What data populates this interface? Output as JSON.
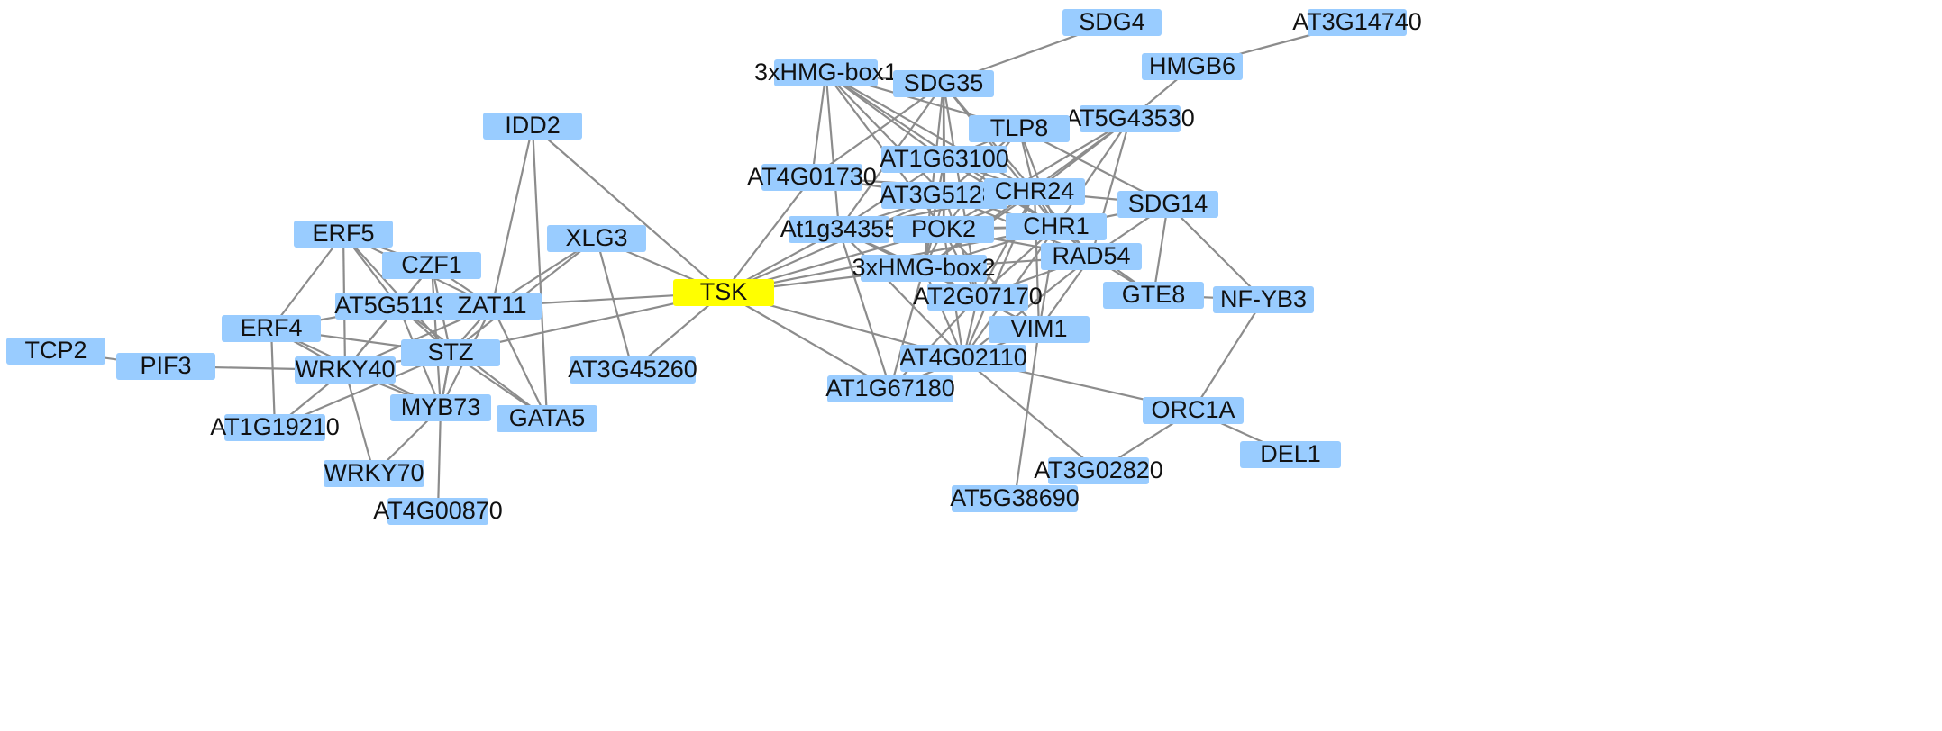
{
  "colors": {
    "background": "#ffffff",
    "node_fill": "#99ccff",
    "hub_fill": "#ffff00",
    "edge": "#8c8c8c",
    "label": "#111111"
  },
  "nodes": [
    {
      "id": "TSK",
      "label": "TSK",
      "hub": true
    },
    {
      "id": "IDD2",
      "label": "IDD2"
    },
    {
      "id": "XLG3",
      "label": "XLG3"
    },
    {
      "id": "ERF5",
      "label": "ERF5"
    },
    {
      "id": "CZF1",
      "label": "CZF1"
    },
    {
      "id": "AT5G51190",
      "label": "AT5G51190"
    },
    {
      "id": "ZAT11",
      "label": "ZAT11"
    },
    {
      "id": "ERF4",
      "label": "ERF4"
    },
    {
      "id": "STZ",
      "label": "STZ"
    },
    {
      "id": "TCP2",
      "label": "TCP2"
    },
    {
      "id": "PIF3",
      "label": "PIF3"
    },
    {
      "id": "WRKY40",
      "label": "WRKY40"
    },
    {
      "id": "AT3G45260",
      "label": "AT3G45260"
    },
    {
      "id": "MYB73",
      "label": "MYB73"
    },
    {
      "id": "GATA5",
      "label": "GATA5"
    },
    {
      "id": "AT1G19210",
      "label": "AT1G19210"
    },
    {
      "id": "WRKY70",
      "label": "WRKY70"
    },
    {
      "id": "AT4G00870",
      "label": "AT4G00870"
    },
    {
      "id": "SDG4",
      "label": "SDG4"
    },
    {
      "id": "AT3G14740",
      "label": "AT3G14740"
    },
    {
      "id": "3xHMG-box1",
      "label": "3xHMG-box1"
    },
    {
      "id": "SDG35",
      "label": "SDG35"
    },
    {
      "id": "HMGB6",
      "label": "HMGB6"
    },
    {
      "id": "AT5G43530",
      "label": "AT5G43530"
    },
    {
      "id": "TLP8",
      "label": "TLP8"
    },
    {
      "id": "AT1G63100",
      "label": "AT1G63100"
    },
    {
      "id": "AT4G01730",
      "label": "AT4G01730"
    },
    {
      "id": "AT3G51280",
      "label": "AT3G51280"
    },
    {
      "id": "CHR24",
      "label": "CHR24"
    },
    {
      "id": "SDG14",
      "label": "SDG14"
    },
    {
      "id": "At1g34355",
      "label": "At1g34355"
    },
    {
      "id": "POK2",
      "label": "POK2"
    },
    {
      "id": "CHR1",
      "label": "CHR1"
    },
    {
      "id": "3xHMG-box2",
      "label": "3xHMG-box2"
    },
    {
      "id": "RAD54",
      "label": "RAD54"
    },
    {
      "id": "AT2G07170",
      "label": "AT2G07170"
    },
    {
      "id": "GTE8",
      "label": "GTE8"
    },
    {
      "id": "NF-YB3",
      "label": "NF-YB3"
    },
    {
      "id": "VIM1",
      "label": "VIM1"
    },
    {
      "id": "AT4G02110",
      "label": "AT4G02110"
    },
    {
      "id": "AT1G67180",
      "label": "AT1G67180"
    },
    {
      "id": "ORC1A",
      "label": "ORC1A"
    },
    {
      "id": "DEL1",
      "label": "DEL1"
    },
    {
      "id": "AT3G02820",
      "label": "AT3G02820"
    },
    {
      "id": "AT5G38690",
      "label": "AT5G38690"
    }
  ],
  "edges": [
    [
      "TSK",
      "IDD2"
    ],
    [
      "TSK",
      "XLG3"
    ],
    [
      "TSK",
      "ZAT11"
    ],
    [
      "TSK",
      "STZ"
    ],
    [
      "TSK",
      "AT3G45260"
    ],
    [
      "TSK",
      "At1g34355"
    ],
    [
      "TSK",
      "POK2"
    ],
    [
      "TSK",
      "CHR1"
    ],
    [
      "TSK",
      "AT4G02110"
    ],
    [
      "TSK",
      "AT1G67180"
    ],
    [
      "TSK",
      "AT4G01730"
    ],
    [
      "TSK",
      "3xHMG-box2"
    ],
    [
      "TSK",
      "AT3G51280"
    ],
    [
      "IDD2",
      "ZAT11"
    ],
    [
      "IDD2",
      "GATA5"
    ],
    [
      "XLG3",
      "AT3G45260"
    ],
    [
      "XLG3",
      "ZAT11"
    ],
    [
      "XLG3",
      "STZ"
    ],
    [
      "ERF5",
      "CZF1"
    ],
    [
      "ERF5",
      "AT5G51190"
    ],
    [
      "ERF5",
      "ZAT11"
    ],
    [
      "ERF5",
      "ERF4"
    ],
    [
      "ERF5",
      "STZ"
    ],
    [
      "ERF5",
      "WRKY40"
    ],
    [
      "CZF1",
      "AT5G51190"
    ],
    [
      "CZF1",
      "ZAT11"
    ],
    [
      "CZF1",
      "STZ"
    ],
    [
      "CZF1",
      "WRKY40"
    ],
    [
      "CZF1",
      "MYB73"
    ],
    [
      "AT5G51190",
      "ZAT11"
    ],
    [
      "AT5G51190",
      "ERF4"
    ],
    [
      "AT5G51190",
      "STZ"
    ],
    [
      "AT5G51190",
      "WRKY40"
    ],
    [
      "AT5G51190",
      "MYB73"
    ],
    [
      "AT5G51190",
      "GATA5"
    ],
    [
      "ZAT11",
      "STZ"
    ],
    [
      "ZAT11",
      "WRKY40"
    ],
    [
      "ZAT11",
      "MYB73"
    ],
    [
      "ZAT11",
      "GATA5"
    ],
    [
      "ERF4",
      "STZ"
    ],
    [
      "ERF4",
      "WRKY40"
    ],
    [
      "ERF4",
      "AT1G19210"
    ],
    [
      "ERF4",
      "MYB73"
    ],
    [
      "STZ",
      "WRKY40"
    ],
    [
      "STZ",
      "MYB73"
    ],
    [
      "STZ",
      "GATA5"
    ],
    [
      "STZ",
      "AT1G19210"
    ],
    [
      "TCP2",
      "PIF3"
    ],
    [
      "PIF3",
      "WRKY40"
    ],
    [
      "WRKY40",
      "AT1G19210"
    ],
    [
      "WRKY40",
      "WRKY70"
    ],
    [
      "WRKY40",
      "MYB73"
    ],
    [
      "MYB73",
      "WRKY70"
    ],
    [
      "MYB73",
      "AT4G00870"
    ],
    [
      "MYB73",
      "STZ"
    ],
    [
      "SDG4",
      "SDG35"
    ],
    [
      "AT3G14740",
      "HMGB6"
    ],
    [
      "HMGB6",
      "AT5G43530"
    ],
    [
      "3xHMG-box1",
      "SDG35"
    ],
    [
      "3xHMG-box1",
      "TLP8"
    ],
    [
      "3xHMG-box1",
      "AT1G63100"
    ],
    [
      "3xHMG-box1",
      "AT3G51280"
    ],
    [
      "3xHMG-box1",
      "At1g34355"
    ],
    [
      "3xHMG-box1",
      "CHR24"
    ],
    [
      "3xHMG-box1",
      "POK2"
    ],
    [
      "3xHMG-box1",
      "AT4G01730"
    ],
    [
      "3xHMG-box1",
      "CHR1"
    ],
    [
      "SDG35",
      "AT1G63100"
    ],
    [
      "SDG35",
      "AT3G51280"
    ],
    [
      "SDG35",
      "At1g34355"
    ],
    [
      "SDG35",
      "CHR24"
    ],
    [
      "SDG35",
      "POK2"
    ],
    [
      "SDG35",
      "CHR1"
    ],
    [
      "SDG35",
      "3xHMG-box2"
    ],
    [
      "SDG35",
      "AT4G01730"
    ],
    [
      "SDG35",
      "AT2G07170"
    ],
    [
      "TLP8",
      "AT1G63100"
    ],
    [
      "TLP8",
      "CHR24"
    ],
    [
      "TLP8",
      "AT3G51280"
    ],
    [
      "TLP8",
      "POK2"
    ],
    [
      "TLP8",
      "CHR1"
    ],
    [
      "TLP8",
      "SDG14"
    ],
    [
      "AT5G43530",
      "CHR24"
    ],
    [
      "AT5G43530",
      "CHR1"
    ],
    [
      "AT5G43530",
      "RAD54"
    ],
    [
      "AT5G43530",
      "3xHMG-box2"
    ],
    [
      "AT5G43530",
      "POK2"
    ],
    [
      "AT4G01730",
      "AT3G51280"
    ],
    [
      "AT4G01730",
      "CHR24"
    ],
    [
      "AT1G63100",
      "CHR24"
    ],
    [
      "AT1G63100",
      "AT3G51280"
    ],
    [
      "AT1G63100",
      "POK2"
    ],
    [
      "AT1G63100",
      "CHR1"
    ],
    [
      "AT1G63100",
      "At1g34355"
    ],
    [
      "AT1G63100",
      "3xHMG-box2"
    ],
    [
      "AT3G51280",
      "CHR24"
    ],
    [
      "AT3G51280",
      "POK2"
    ],
    [
      "AT3G51280",
      "CHR1"
    ],
    [
      "AT3G51280",
      "3xHMG-box2"
    ],
    [
      "AT3G51280",
      "At1g34355"
    ],
    [
      "AT3G51280",
      "RAD54"
    ],
    [
      "AT3G51280",
      "AT2G07170"
    ],
    [
      "CHR24",
      "POK2"
    ],
    [
      "CHR24",
      "CHR1"
    ],
    [
      "CHR24",
      "3xHMG-box2"
    ],
    [
      "CHR24",
      "RAD54"
    ],
    [
      "CHR24",
      "AT2G07170"
    ],
    [
      "CHR24",
      "VIM1"
    ],
    [
      "CHR24",
      "At1g34355"
    ],
    [
      "CHR24",
      "AT4G02110"
    ],
    [
      "CHR24",
      "SDG14"
    ],
    [
      "At1g34355",
      "POK2"
    ],
    [
      "At1g34355",
      "CHR1"
    ],
    [
      "At1g34355",
      "3xHMG-box2"
    ],
    [
      "At1g34355",
      "AT1G67180"
    ],
    [
      "At1g34355",
      "AT4G02110"
    ],
    [
      "At1g34355",
      "AT2G07170"
    ],
    [
      "POK2",
      "CHR1"
    ],
    [
      "POK2",
      "3xHMG-box2"
    ],
    [
      "POK2",
      "RAD54"
    ],
    [
      "POK2",
      "AT2G07170"
    ],
    [
      "POK2",
      "VIM1"
    ],
    [
      "POK2",
      "AT4G02110"
    ],
    [
      "CHR1",
      "SDG14"
    ],
    [
      "CHR1",
      "RAD54"
    ],
    [
      "CHR1",
      "3xHMG-box2"
    ],
    [
      "CHR1",
      "AT2G07170"
    ],
    [
      "CHR1",
      "VIM1"
    ],
    [
      "CHR1",
      "AT4G02110"
    ],
    [
      "CHR1",
      "GTE8"
    ],
    [
      "SDG14",
      "GTE8"
    ],
    [
      "SDG14",
      "NF-YB3"
    ],
    [
      "SDG14",
      "RAD54"
    ],
    [
      "3xHMG-box2",
      "RAD54"
    ],
    [
      "3xHMG-box2",
      "AT2G07170"
    ],
    [
      "3xHMG-box2",
      "VIM1"
    ],
    [
      "3xHMG-box2",
      "AT4G02110"
    ],
    [
      "3xHMG-box2",
      "AT1G67180"
    ],
    [
      "RAD54",
      "GTE8"
    ],
    [
      "RAD54",
      "AT2G07170"
    ],
    [
      "RAD54",
      "VIM1"
    ],
    [
      "RAD54",
      "AT4G02110"
    ],
    [
      "AT2G07170",
      "VIM1"
    ],
    [
      "AT2G07170",
      "AT4G02110"
    ],
    [
      "AT2G07170",
      "AT1G67180"
    ],
    [
      "GTE8",
      "NF-YB3"
    ],
    [
      "NF-YB3",
      "ORC1A"
    ],
    [
      "VIM1",
      "AT4G02110"
    ],
    [
      "VIM1",
      "AT5G38690"
    ],
    [
      "AT4G02110",
      "AT1G67180"
    ],
    [
      "AT4G02110",
      "ORC1A"
    ],
    [
      "AT4G02110",
      "AT3G02820"
    ],
    [
      "ORC1A",
      "DEL1"
    ],
    [
      "ORC1A",
      "AT3G02820"
    ]
  ]
}
